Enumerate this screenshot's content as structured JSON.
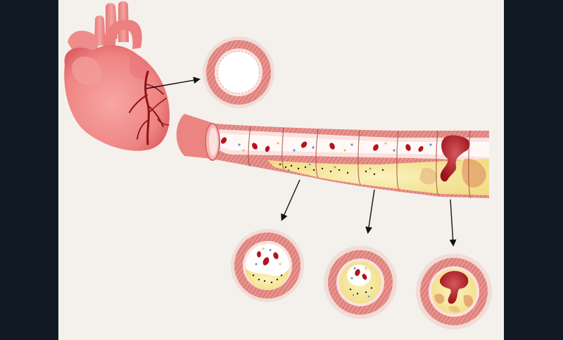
{
  "figure": {
    "colors": {
      "frame": "#111a24",
      "panel": "#f4f1ec",
      "heart": "#f08d8d",
      "heart_dark": "#d9585b",
      "coronary": "#8f1216",
      "artery_wall": "#e98a86",
      "artery_stripe": "#c96361",
      "intima": "#fbe2df",
      "lumen": "#ffffff",
      "plaque": "#f8eaa3",
      "clot": "#a3161d"
    },
    "panels": [
      {
        "id": "heart",
        "icon": "heart-icon"
      },
      {
        "id": "healthy-cross-section",
        "icon": "artery-cross-section-icon"
      },
      {
        "id": "artery-longitudinal",
        "icon": "artery-tube-icon"
      },
      {
        "id": "early-plaque-cross-section",
        "icon": "artery-cross-section-icon"
      },
      {
        "id": "narrowed-cross-section",
        "icon": "artery-cross-section-icon"
      },
      {
        "id": "occluded-cross-section",
        "icon": "artery-cross-section-icon"
      }
    ],
    "arrows": 4
  }
}
